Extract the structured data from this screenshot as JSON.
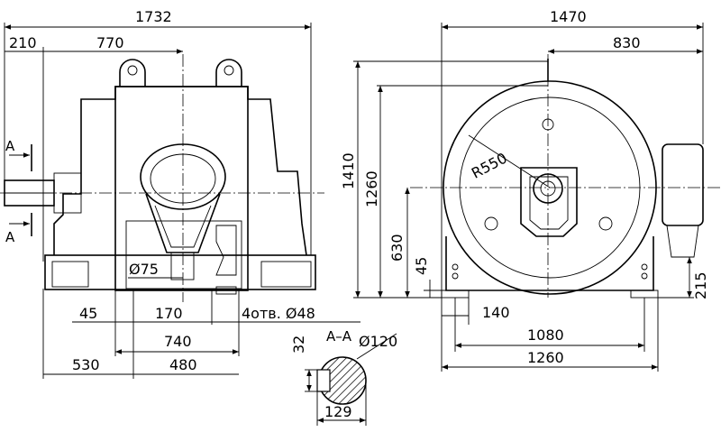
{
  "dimensions": {
    "overall_width": "1732",
    "left_offset": "210",
    "half_width": "770",
    "right_width": "1470",
    "right_offset": "830",
    "radius": "R550",
    "height_total": "1410",
    "height_axis": "1260",
    "height_630": "630",
    "height_45": "45",
    "height_215": "215",
    "hole_diameter_75": "Ø75",
    "bottom_45": "45",
    "bottom_170": "170",
    "holes_note": "4отв. Ø48",
    "width_740": "740",
    "width_530": "530",
    "width_480": "480",
    "foot_140": "140",
    "base_1080": "1080",
    "base_1260": "1260",
    "shaft_diameter": "Ø120",
    "key_32": "32",
    "key_129": "129"
  },
  "section": {
    "letter_top": "A",
    "letter_bottom": "A",
    "section_label": "A–A"
  }
}
